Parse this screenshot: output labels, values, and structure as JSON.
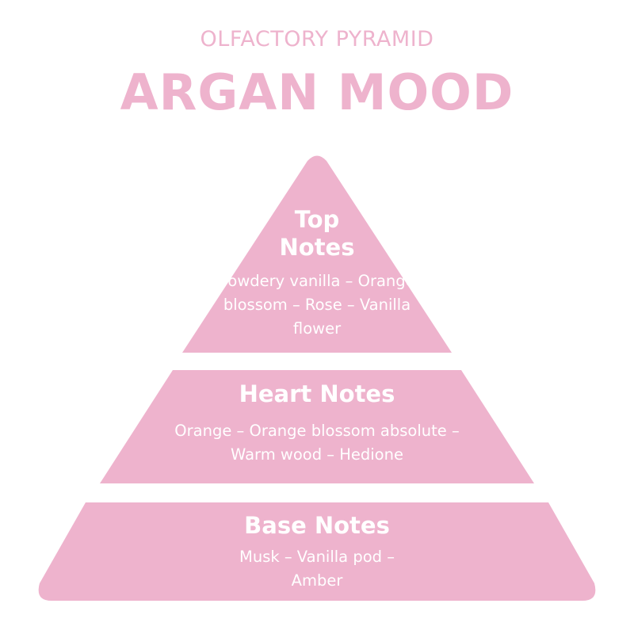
{
  "header": {
    "subtitle": "OLFACTORY PYRAMID",
    "title": "ARGAN MOOD"
  },
  "colors": {
    "accent": "#eeb3cd",
    "text_on_accent": "#ffffff",
    "background": "#ffffff"
  },
  "pyramid": {
    "tiers": [
      {
        "heading": "Top Notes",
        "notes": "Powdery vanilla – Orange blossom – Rose – Vanilla flower"
      },
      {
        "heading": "Heart Notes",
        "notes": "Orange – Orange blossom absolute – Warm wood – Hedione"
      },
      {
        "heading": "Base Notes",
        "notes": "Musk – Vanilla pod – Amber"
      }
    ]
  }
}
